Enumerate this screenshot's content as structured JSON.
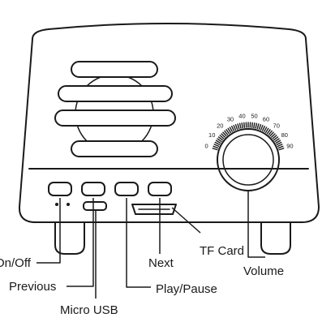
{
  "callouts": {
    "on_off": "On/Off",
    "previous": "Previous",
    "micro_usb": "Micro USB",
    "next": "Next",
    "play_pause": "Play/Pause",
    "tf_card": "TF Card",
    "volume": "Volume"
  },
  "dial": {
    "ticks": [
      "0",
      "10",
      "20",
      "30",
      "40",
      "50",
      "60",
      "70",
      "80",
      "90"
    ]
  },
  "colors": {
    "stroke": "#1a1a1a",
    "background": "#ffffff"
  }
}
